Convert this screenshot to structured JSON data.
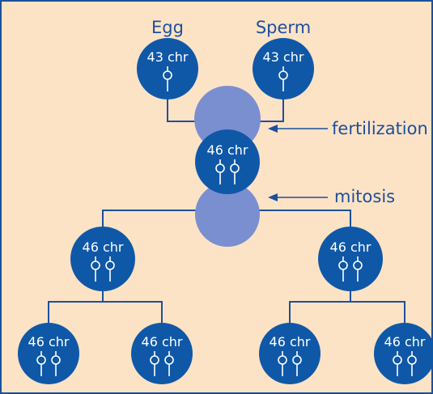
{
  "colors": {
    "background": "#fde3c6",
    "border": "#1d4f9c",
    "cell_fill": "#0f58a8",
    "overlay_fill": "#7a8fd0",
    "line": "#1d4f9c",
    "label_text": "#1d4f9c",
    "cell_text": "#ffffff"
  },
  "labels": {
    "egg": "Egg",
    "sperm": "Sperm",
    "fertilization": "fertilization",
    "mitosis": "mitosis"
  },
  "cells": {
    "egg": {
      "text": "43 chr",
      "chromosomes": 1
    },
    "sperm": {
      "text": "43 chr",
      "chromosomes": 1
    },
    "zygote": {
      "text": "46 chr",
      "chromosomes": 2
    },
    "gen1_left": {
      "text": "46 chr",
      "chromosomes": 2
    },
    "gen1_right": {
      "text": "46 chr",
      "chromosomes": 2
    },
    "gen2_1": {
      "text": "46 chr",
      "chromosomes": 2
    },
    "gen2_2": {
      "text": "46 chr",
      "chromosomes": 2
    },
    "gen2_3": {
      "text": "46 chr",
      "chromosomes": 2
    },
    "gen2_4": {
      "text": "46 chr",
      "chromosomes": 2
    }
  }
}
